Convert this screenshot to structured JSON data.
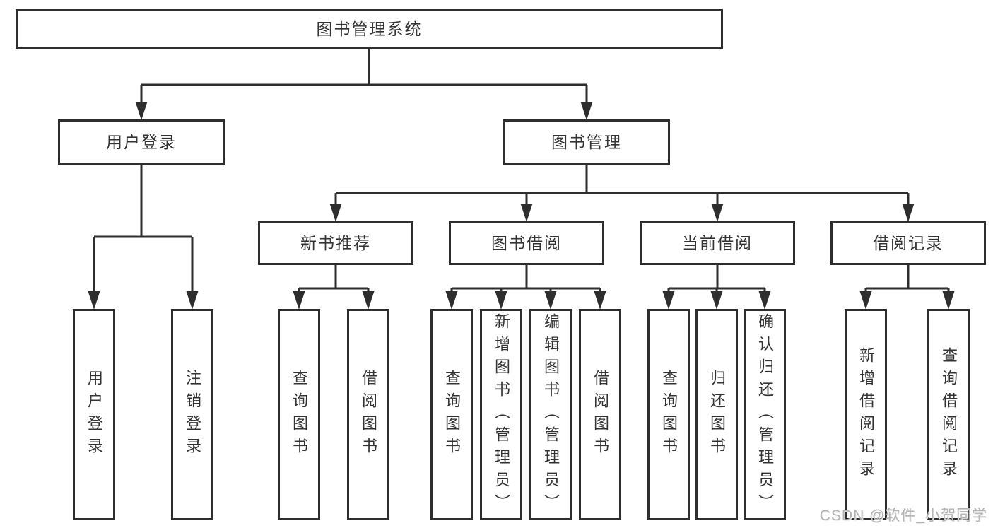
{
  "diagram_type": "hierarchy-tree",
  "tree": {
    "label": "图书管理系统",
    "children": [
      {
        "label": "用户登录",
        "children": [
          {
            "label": "用户登录"
          },
          {
            "label": "注销登录"
          }
        ]
      },
      {
        "label": "图书管理",
        "children": [
          {
            "label": "新书推荐",
            "children": [
              {
                "label": "查询图书"
              },
              {
                "label": "借阅图书"
              }
            ]
          },
          {
            "label": "图书借阅",
            "children": [
              {
                "label": "查询图书"
              },
              {
                "label": "新增图书（管理员）"
              },
              {
                "label": "编辑图书（管理员）"
              },
              {
                "label": "借阅图书"
              }
            ]
          },
          {
            "label": "当前借阅",
            "children": [
              {
                "label": "查询图书"
              },
              {
                "label": "归还图书"
              },
              {
                "label": "确认归还（管理员）"
              }
            ]
          },
          {
            "label": "借阅记录",
            "children": [
              {
                "label": "新增借阅记录"
              },
              {
                "label": "查询借阅记录"
              }
            ]
          }
        ]
      }
    ]
  },
  "watermark": {
    "text": "CSDN @软件_小贺同学"
  },
  "colors": {
    "line": "#2e2e2e",
    "box_border": "#2e2e2e",
    "text": "#333333",
    "watermark": "#b3b3b3",
    "background": "#ffffff"
  }
}
